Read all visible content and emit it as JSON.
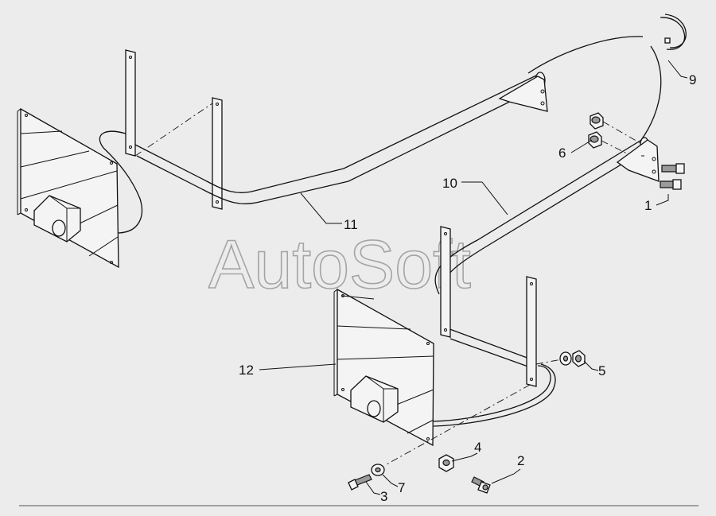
{
  "watermark": "AutoSoft",
  "callouts": [
    {
      "id": "c1",
      "text": "1"
    },
    {
      "id": "c2",
      "text": "2"
    },
    {
      "id": "c3",
      "text": "3"
    },
    {
      "id": "c4",
      "text": "4"
    },
    {
      "id": "c5",
      "text": "5"
    },
    {
      "id": "c6",
      "text": "6"
    },
    {
      "id": "c7",
      "text": "7"
    },
    {
      "id": "c9",
      "text": "9"
    },
    {
      "id": "c10",
      "text": "10"
    },
    {
      "id": "c11",
      "text": "11"
    },
    {
      "id": "c12",
      "text": "12"
    }
  ]
}
